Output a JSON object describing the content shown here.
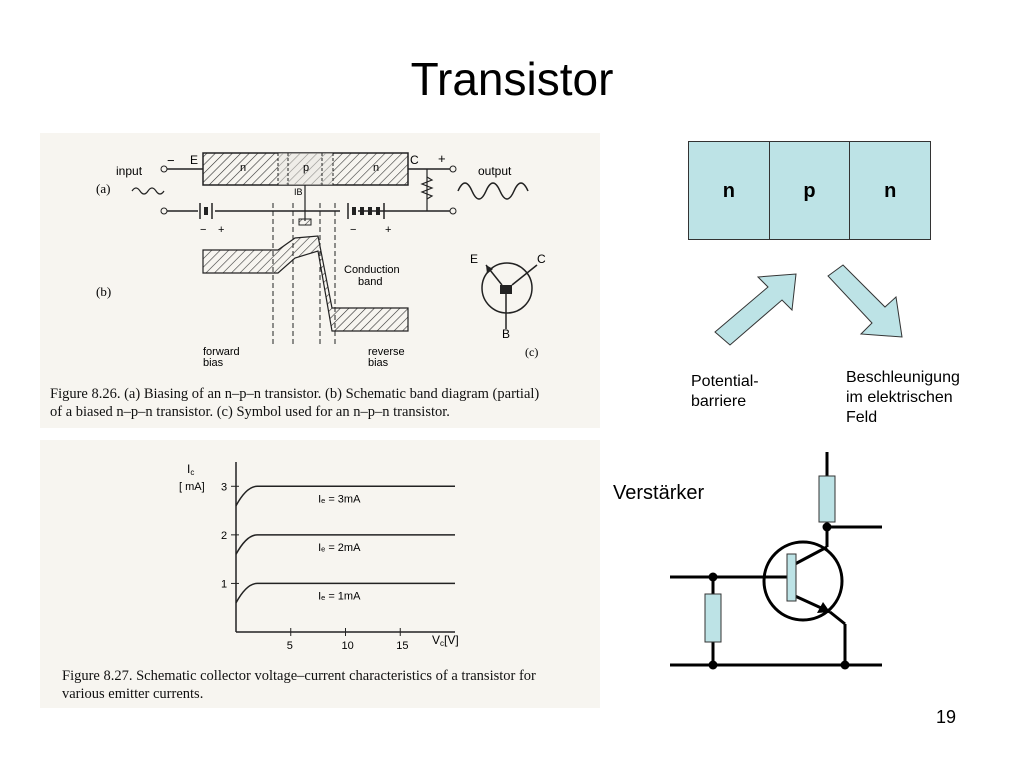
{
  "slide": {
    "title": "Transistor",
    "page_number": "19"
  },
  "figure_826": {
    "labels": {
      "input": "input",
      "output": "output",
      "part_a": "(a)",
      "part_b": "(b)",
      "part_c": "(c)",
      "emitter": "E",
      "collector": "C",
      "base_current": "IB",
      "region_n1": "n",
      "region_p": "p",
      "region_n2": "n",
      "minus": "−",
      "plus": "+",
      "conduction_band_1": "Conduction",
      "conduction_band_2": "band",
      "forward_1": "forward",
      "forward_2": "bias",
      "reverse_1": "reverse",
      "reverse_2": "bias",
      "sym_e": "E",
      "sym_c": "C",
      "sym_b": "B"
    },
    "caption_line1": "Figure 8.26.  (a) Biasing of an n–p–n transistor. (b) Schematic band diagram (partial)",
    "caption_line2": "of a biased n–p–n transistor. (c) Symbol used for an n–p–n transistor."
  },
  "figure_827": {
    "y_label": "I",
    "y_label_sub": "c",
    "y_unit": "[ mA]",
    "x_label": "V",
    "x_label_sub": "c",
    "x_unit": "[V]",
    "y_ticks": [
      "3",
      "2",
      "1"
    ],
    "x_ticks": [
      "5",
      "10",
      "15"
    ],
    "curve_labels": [
      "Iₑ = 3mA",
      "Iₑ = 2mA",
      "Iₑ = 1mA"
    ],
    "caption_line1": "Figure 8.27.  Schematic collector voltage–current characteristics of a transistor for",
    "caption_line2": "various emitter currents."
  },
  "chart_data": {
    "type": "line",
    "xlabel": "Vc[V]",
    "ylabel": "Ic [mA]",
    "xlim": [
      0,
      20
    ],
    "ylim": [
      0,
      3.5
    ],
    "x_ticks": [
      5,
      10,
      15
    ],
    "y_ticks": [
      1,
      2,
      3
    ],
    "series": [
      {
        "name": "Ie = 3mA",
        "x": [
          0,
          1,
          2,
          20
        ],
        "y": [
          2.6,
          2.95,
          3.0,
          3.0
        ]
      },
      {
        "name": "Ie = 2mA",
        "x": [
          0,
          1,
          2,
          20
        ],
        "y": [
          1.6,
          1.95,
          2.0,
          2.0
        ]
      },
      {
        "name": "Ie = 1mA",
        "x": [
          0,
          1,
          2,
          20
        ],
        "y": [
          0.6,
          0.95,
          1.0,
          1.0
        ]
      }
    ]
  },
  "npn_diagram": {
    "regions": [
      "n",
      "p",
      "n"
    ],
    "label_left_1": "Potential-",
    "label_left_2": "barriere",
    "label_right_1": "Beschleunigung",
    "label_right_2": "im elektrischen",
    "label_right_3": "Feld",
    "arrow_color": "#bde3e6"
  },
  "amplifier": {
    "label": "Verstärker",
    "resistor_color": "#bde3e6"
  }
}
